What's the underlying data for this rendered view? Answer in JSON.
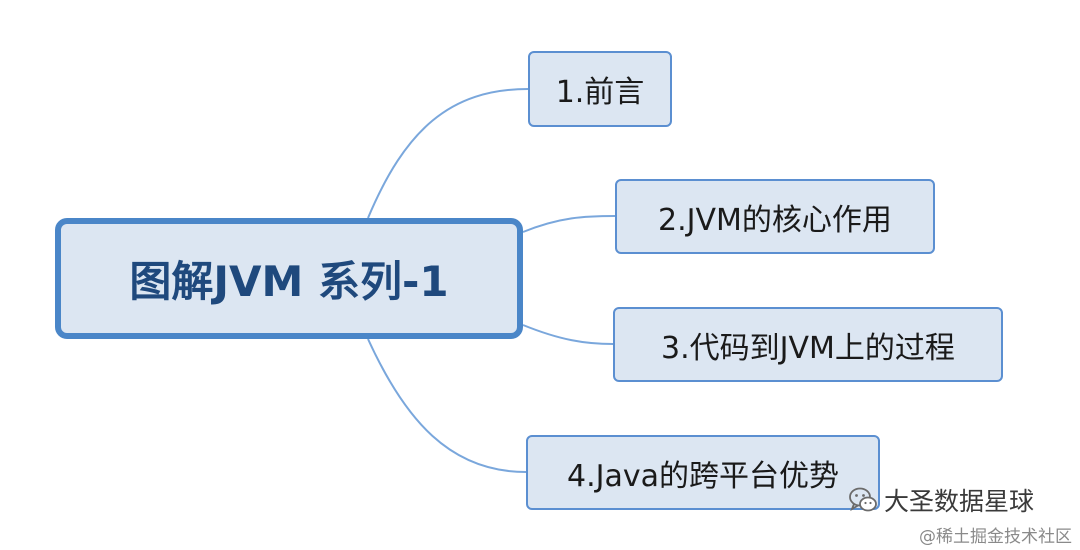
{
  "diagram": {
    "root": {
      "label": "图解JVM 系列-1"
    },
    "branches": [
      {
        "label": "1.前言"
      },
      {
        "label": "2.JVM的核心作用"
      },
      {
        "label": "3.代码到JVM上的过程"
      },
      {
        "label": "4.Java的跨平台优势"
      }
    ],
    "colors": {
      "node_fill": "#dce6f2",
      "root_border": "#4a86c8",
      "branch_border": "#5b8fd1",
      "connector": "#7aa7dc",
      "root_text": "#1f497d"
    }
  },
  "watermark": {
    "account": "大圣数据星球",
    "account_icon": "wechat-icon",
    "source": "@稀土掘金技术社区"
  }
}
